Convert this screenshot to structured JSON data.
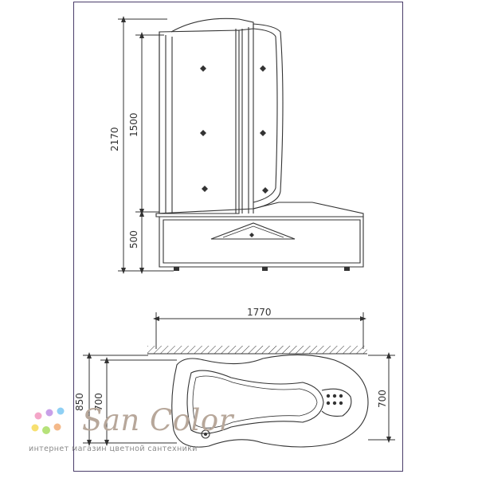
{
  "dimensions": {
    "total_height": "2170",
    "cabin_height": "1500",
    "base_height": "500",
    "length": "1770",
    "width_outer": "850",
    "width_inner": "700",
    "width_right": "700"
  },
  "logo": {
    "name": "San Color",
    "tagline": "интернет магазин цветной сантехники",
    "dot_colors": [
      "#f4a6c8",
      "#c8a0e8",
      "#8fd0f4",
      "#f7e070",
      "#b6e27a",
      "#f4b98a"
    ]
  },
  "colors": {
    "line": "#333333",
    "frame": "#4a3d6a"
  }
}
